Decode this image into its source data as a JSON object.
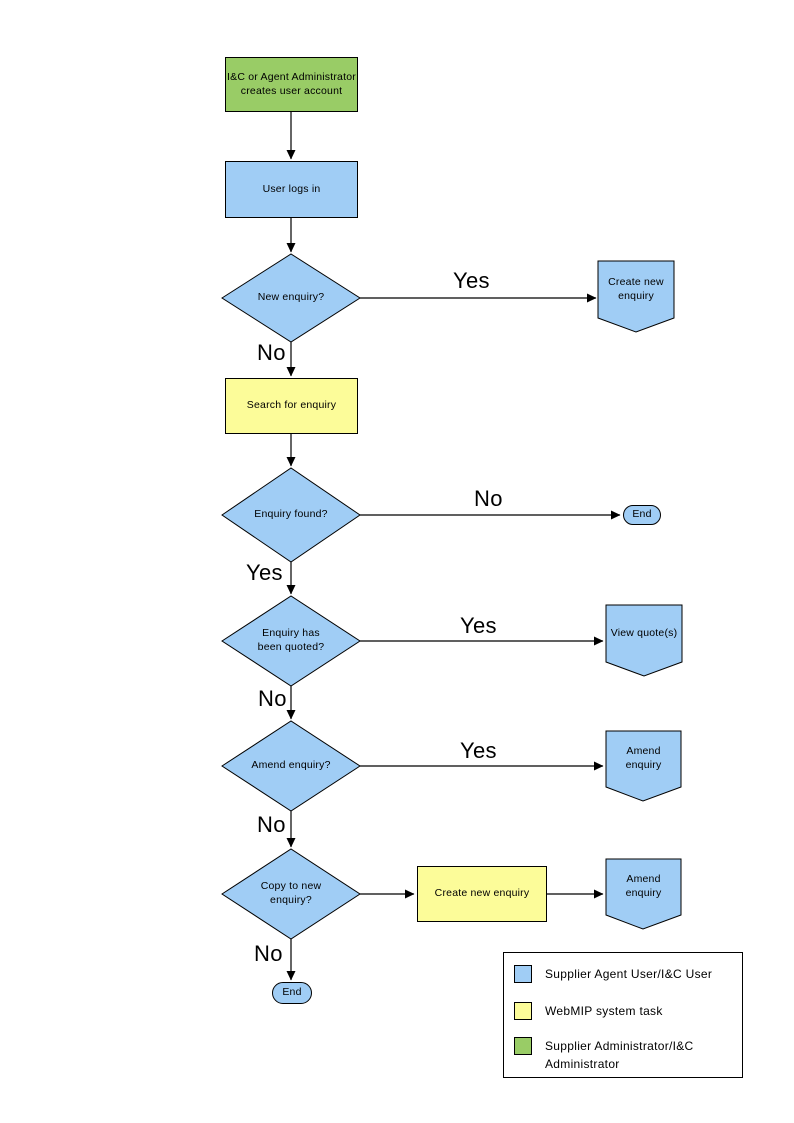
{
  "colors": {
    "user_task_blue": "#A0CDF5",
    "system_task_yellow": "#FCFC99",
    "admin_task_green": "#99CC66",
    "outline": "#000000"
  },
  "nodes": {
    "admin_creates_account": {
      "label": "I&C or Agent Administrator creates user account",
      "shape": "rectangle",
      "role": "admin"
    },
    "user_logs_in": {
      "label": "User logs in",
      "shape": "rectangle",
      "role": "user"
    },
    "new_enquiry": {
      "label": "New enquiry?",
      "shape": "decision",
      "role": "user"
    },
    "create_new_enquiry": {
      "label": "Create new enquiry",
      "shape": "pentagon",
      "role": "user"
    },
    "search_for_enquiry": {
      "label": "Search for enquiry",
      "shape": "rectangle",
      "role": "system"
    },
    "enquiry_found": {
      "label": "Enquiry found?",
      "shape": "decision",
      "role": "user"
    },
    "end_1": {
      "label": "End",
      "shape": "terminator",
      "role": "user"
    },
    "enquiry_has_been_quoted": {
      "label": "Enquiry has been quoted?",
      "shape": "decision",
      "role": "user"
    },
    "view_quotes": {
      "label": "View quote(s)",
      "shape": "pentagon",
      "role": "user"
    },
    "amend_enquiry_q": {
      "label": "Amend enquiry?",
      "shape": "decision",
      "role": "user"
    },
    "amend_enquiry": {
      "label": "Amend enquiry",
      "shape": "pentagon",
      "role": "user"
    },
    "copy_to_new_enquiry": {
      "label": "Copy to new enquiry?",
      "shape": "decision",
      "role": "user"
    },
    "create_new_enquiry_2": {
      "label": "Create new enquiry",
      "shape": "rectangle",
      "role": "system"
    },
    "amend_enquiry_2": {
      "label": "Amend enquiry",
      "shape": "pentagon",
      "role": "user"
    },
    "end_2": {
      "label": "End",
      "shape": "terminator",
      "role": "user"
    }
  },
  "edges": [
    {
      "from": "admin_creates_account",
      "to": "user_logs_in",
      "label": ""
    },
    {
      "from": "user_logs_in",
      "to": "new_enquiry",
      "label": ""
    },
    {
      "from": "new_enquiry",
      "to": "create_new_enquiry",
      "label": "Yes"
    },
    {
      "from": "new_enquiry",
      "to": "search_for_enquiry",
      "label": "No"
    },
    {
      "from": "search_for_enquiry",
      "to": "enquiry_found",
      "label": ""
    },
    {
      "from": "enquiry_found",
      "to": "end_1",
      "label": "No"
    },
    {
      "from": "enquiry_found",
      "to": "enquiry_has_been_quoted",
      "label": "Yes"
    },
    {
      "from": "enquiry_has_been_quoted",
      "to": "view_quotes",
      "label": "Yes"
    },
    {
      "from": "enquiry_has_been_quoted",
      "to": "amend_enquiry_q",
      "label": "No"
    },
    {
      "from": "amend_enquiry_q",
      "to": "amend_enquiry",
      "label": "Yes"
    },
    {
      "from": "amend_enquiry_q",
      "to": "copy_to_new_enquiry",
      "label": "No"
    },
    {
      "from": "copy_to_new_enquiry",
      "to": "create_new_enquiry_2",
      "label": ""
    },
    {
      "from": "create_new_enquiry_2",
      "to": "amend_enquiry_2",
      "label": ""
    },
    {
      "from": "copy_to_new_enquiry",
      "to": "end_2",
      "label": "No"
    }
  ],
  "legend": {
    "items": [
      {
        "color": "#A0CDF5",
        "label": "Supplier Agent User/I&C User"
      },
      {
        "color": "#FCFC99",
        "label": "WebMIP system task"
      },
      {
        "color": "#99CC66",
        "label": "Supplier Administrator/I&C Administrator"
      }
    ]
  }
}
